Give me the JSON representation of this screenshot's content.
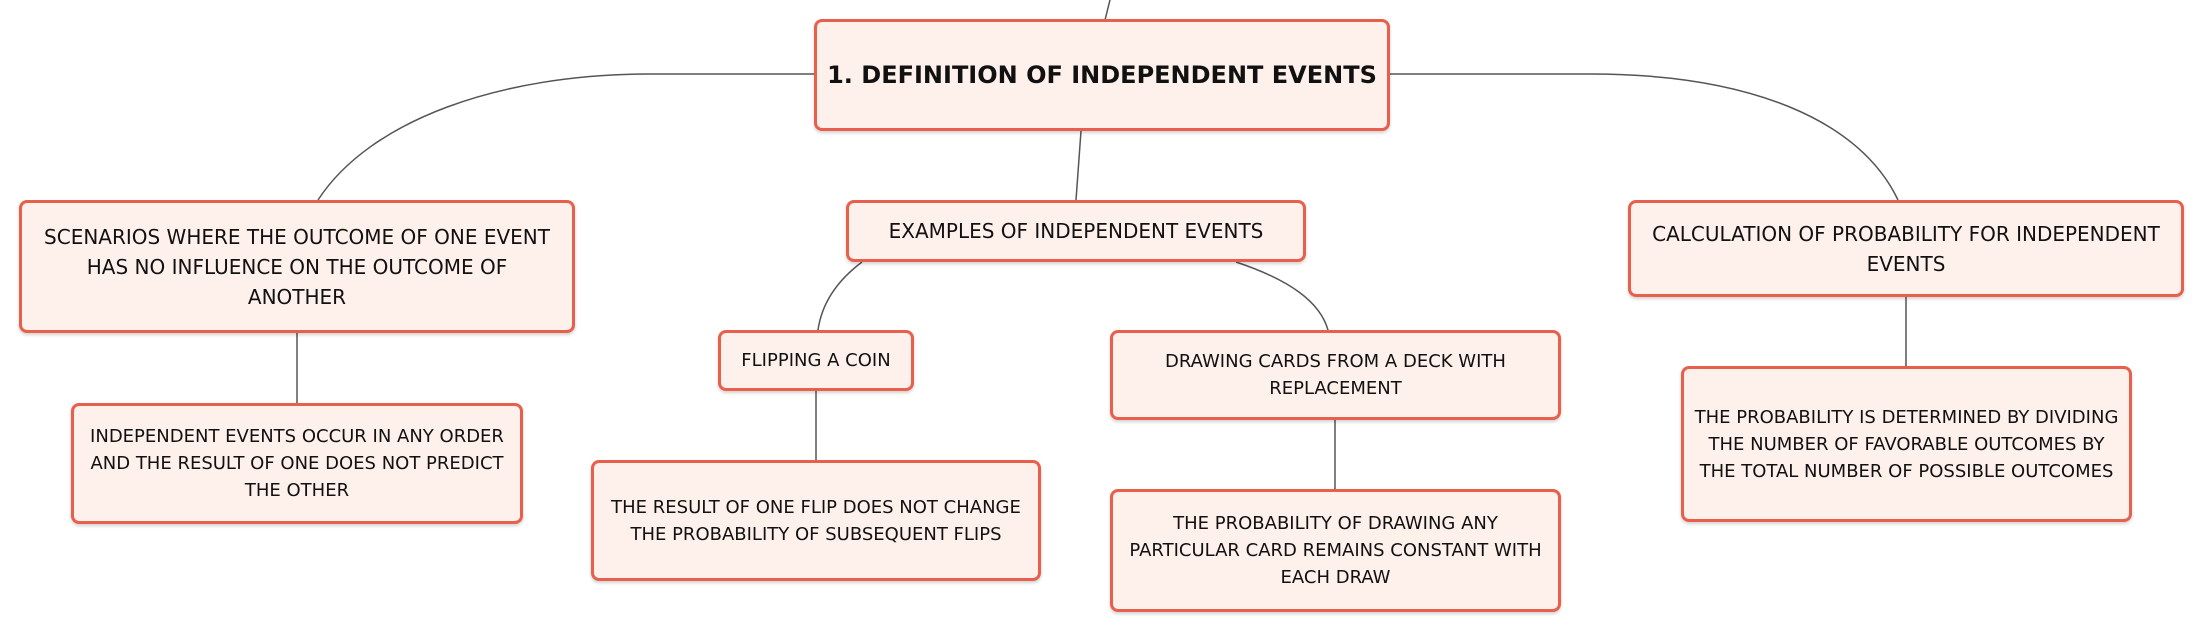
{
  "mindmap": {
    "root": {
      "label": "1. DEFINITION OF INDEPENDENT EVENTS"
    },
    "branches": [
      {
        "label": "SCENARIOS WHERE THE OUTCOME OF ONE EVENT HAS NO INFLUENCE ON THE OUTCOME OF ANOTHER",
        "children": [
          {
            "label": "INDEPENDENT EVENTS OCCUR IN ANY ORDER AND THE RESULT OF ONE DOES NOT PREDICT THE OTHER"
          }
        ]
      },
      {
        "label": "EXAMPLES OF INDEPENDENT EVENTS",
        "children": [
          {
            "label": "FLIPPING A COIN",
            "children": [
              {
                "label": "THE RESULT OF ONE FLIP DOES NOT CHANGE THE PROBABILITY OF SUBSEQUENT FLIPS"
              }
            ]
          },
          {
            "label": "DRAWING CARDS FROM A DECK WITH REPLACEMENT",
            "children": [
              {
                "label": "THE PROBABILITY OF DRAWING ANY PARTICULAR CARD REMAINS CONSTANT WITH EACH DRAW"
              }
            ]
          }
        ]
      },
      {
        "label": "CALCULATION OF PROBABILITY FOR INDEPENDENT EVENTS",
        "children": [
          {
            "label": "THE PROBABILITY IS DETERMINED BY DIVIDING THE NUMBER OF FAVORABLE OUTCOMES BY THE TOTAL NUMBER OF POSSIBLE OUTCOMES"
          }
        ]
      }
    ]
  },
  "colors": {
    "node_border": "#e8604c",
    "node_fill": "#fef0eb",
    "connector": "#555555",
    "text": "#111111"
  }
}
